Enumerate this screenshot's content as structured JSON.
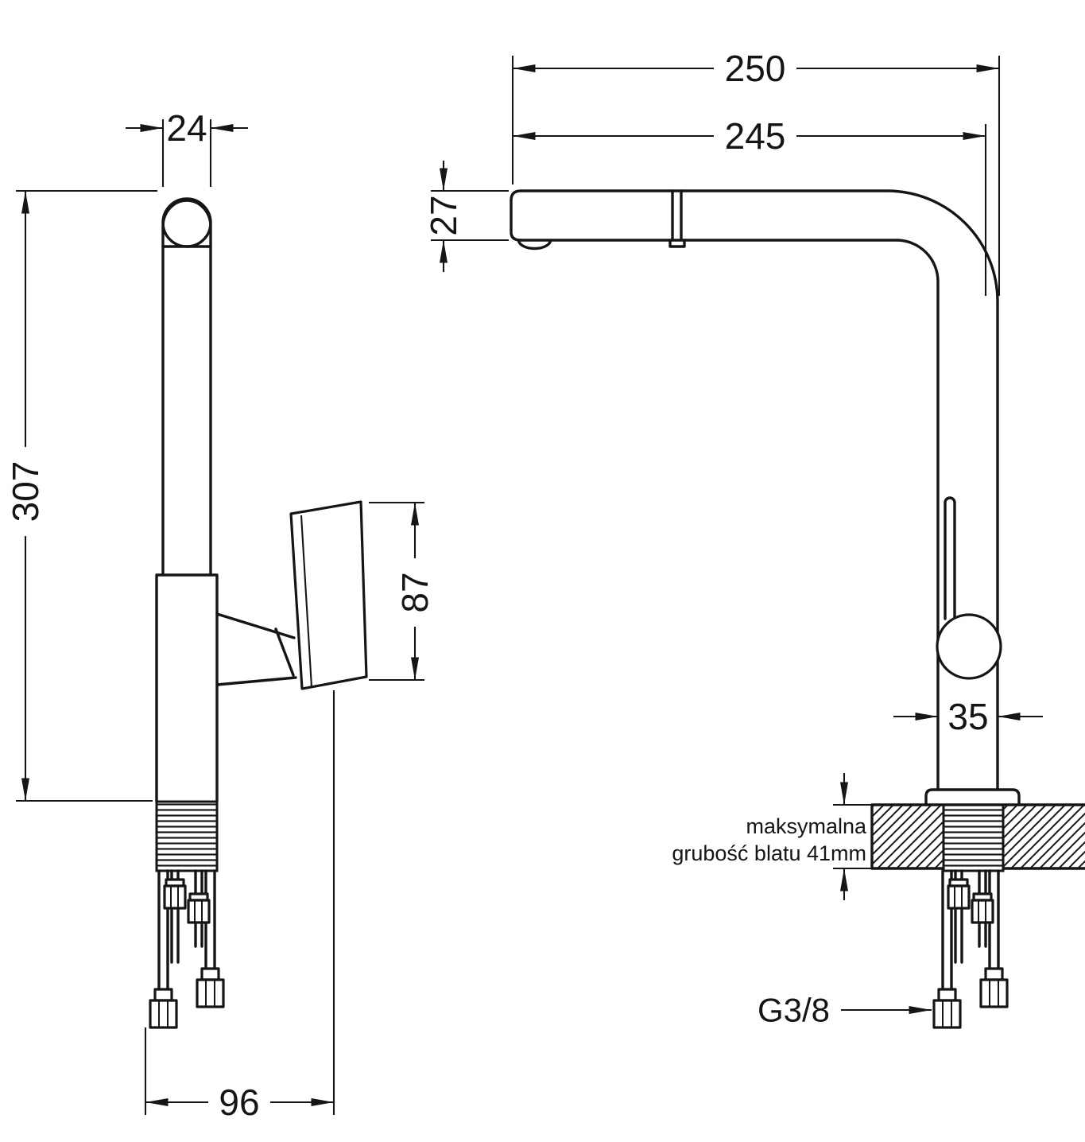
{
  "drawing": {
    "background": "#ffffff",
    "line_color": "#151515",
    "dimensions": {
      "spout_pipe_width": "24",
      "total_height": "307",
      "handle_length": "87",
      "base_depth": "96",
      "overall_reach": "250",
      "spout_reach": "245",
      "spout_end_height": "27",
      "body_width": "35"
    },
    "labels": {
      "thread_size": "G3/8",
      "counter_note_line1": "maksymalna",
      "counter_note_line2": "grubość blatu 41mm"
    }
  }
}
